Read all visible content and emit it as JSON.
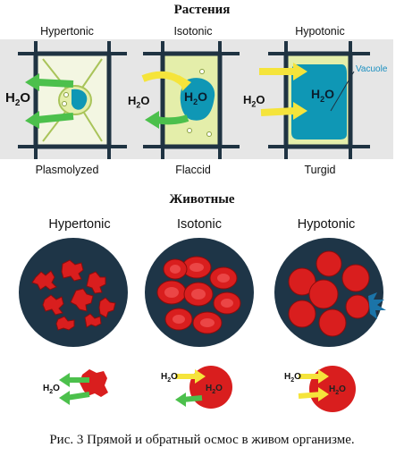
{
  "plants": {
    "title": "Растения",
    "conditions": [
      "Hypertonic",
      "Isotonic",
      "Hypotonic"
    ],
    "states": [
      "Plasmolyzed",
      "Flaccid",
      "Turgid"
    ],
    "molecule_main": "H",
    "molecule_sub": "2",
    "molecule_tail": "O",
    "vacuole_label": "Vacuole"
  },
  "animals": {
    "title": "Животные",
    "conditions": [
      "Hypertonic",
      "Isotonic",
      "Hypotonic"
    ]
  },
  "caption": "Рис. 3   Прямой и обратный осмос в живом организме.",
  "colors": {
    "panel_bg": "#e6e6e6",
    "cell_wall": "#1f3342",
    "cytoplasm": "#e4eeaa",
    "vacuole": "#0f97b5",
    "arrow_green": "#4cc04c",
    "arrow_yellow": "#f5e43b",
    "dish_bg": "#1e3547",
    "rbc": "#d91e1e"
  }
}
